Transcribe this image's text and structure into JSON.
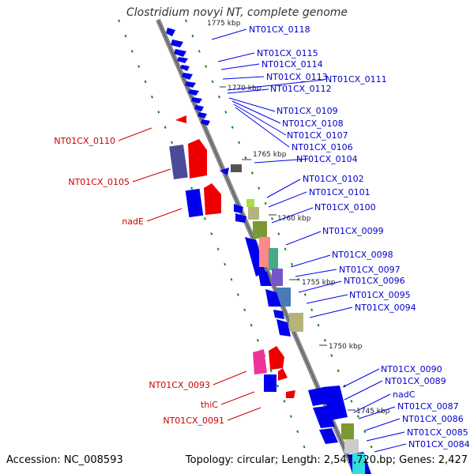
{
  "title": "Clostridium novyi NT, complete genome",
  "footer": {
    "accession": "Accession: NC_008593",
    "summary": "Topology: circular; Length: 2,547,720 bp; Genes: 2,427"
  },
  "colors": {
    "plus_strand_label": "#0000cc",
    "minus_strand_label": "#cc0000",
    "backbone": "#888888",
    "tick_mark": "#006600"
  },
  "scale_labels": [
    "1775 kbp",
    "1770 kbp",
    "1765 kbp",
    "1760 kbp",
    "1755 kbp",
    "1750 kbp",
    "1745 kbp"
  ],
  "genes_right": [
    "NT01CX_0118",
    "NT01CX_0115",
    "NT01CX_0114",
    "NT01CX_0113",
    "NT01CX_0111",
    "NT01CX_0112",
    "NT01CX_0109",
    "NT01CX_0108",
    "NT01CX_0107",
    "NT01CX_0106",
    "NT01CX_0104",
    "NT01CX_0102",
    "NT01CX_0101",
    "NT01CX_0100",
    "NT01CX_0099",
    "NT01CX_0098",
    "NT01CX_0097",
    "NT01CX_0096",
    "NT01CX_0095",
    "NT01CX_0094",
    "NT01CX_0090",
    "NT01CX_0089",
    "nadC",
    "NT01CX_0087",
    "NT01CX_0086",
    "NT01CX_0085",
    "NT01CX_0084"
  ],
  "genes_left": [
    "NT01CX_0110",
    "NT01CX_0105",
    "nadE",
    "NT01CX_0093",
    "thiC",
    "NT01CX_0091"
  ]
}
